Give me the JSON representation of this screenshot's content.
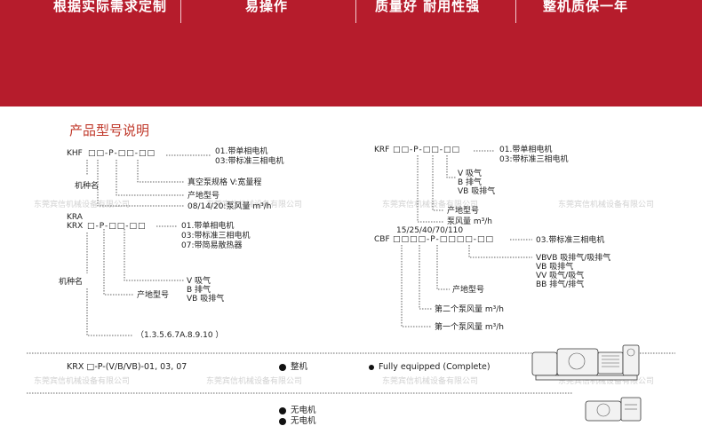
{
  "banner": {
    "features": [
      "根据实际需求定制",
      "易操作",
      "质量好 耐用性强",
      "整机质保一年"
    ],
    "color": "#b61c2c"
  },
  "section_title": "产品型号说明",
  "watermark": "东莞宾信机械设备有限公司",
  "khf": {
    "code": "KHF",
    "mask": "□□-P-□□-□□",
    "motor_1": "01.带单相电机",
    "motor_3": "03:带标准三相电机",
    "spec": "真空泵规格 V:宽量程",
    "origin": "产地型号",
    "flow": "08/14/20:泵风量 m³/h",
    "kind": "机种名"
  },
  "krx": {
    "code_a": "KRA",
    "code_x": "KRX",
    "mask": "□-P-□□-□□",
    "motor_1": "01.带单相电机",
    "motor_3": "03:带标准三相电机",
    "motor_7": "07:带简易散热器",
    "kind": "机种名",
    "origin": "产地型号",
    "v": "V   吸气",
    "b": "B   排气",
    "vb": "VB  吸排气",
    "sizes": "（1.3.5.6.7A.8.9.10 ）"
  },
  "krf": {
    "code": "KRF",
    "mask": "□□-P-□□-□□",
    "motor_1": "01.带单相电机",
    "motor_3": "03:带标准三相电机",
    "v": "V   吸气",
    "b": "B   排气",
    "vb": "VB  吸排气",
    "origin": "产地型号",
    "flow": "泵风量 m³/h"
  },
  "cbf": {
    "sizes": "15/25/40/70/110",
    "code": "CBF",
    "mask": "□□□□-P-□□□□-□□",
    "motor_3": "03.带标准三相电机",
    "vbvb": "VBVB  吸排气/吸排气",
    "vb": "VB    吸排气",
    "vv": "VV    吸气/吸气",
    "bb": "BB    排气/排气",
    "origin": "产地型号",
    "second": "第二个泵风量 m³/h",
    "first": "第一个泵风量 m³/h"
  },
  "bottom": {
    "model": "KRX □-P-(V/B/VB)-01, 03, 07",
    "complete_cn": "整机",
    "complete_en": "Fully equipped     (Complete)",
    "nomotor_cn": "无电机",
    "nomotor_cn2": "无电机"
  }
}
